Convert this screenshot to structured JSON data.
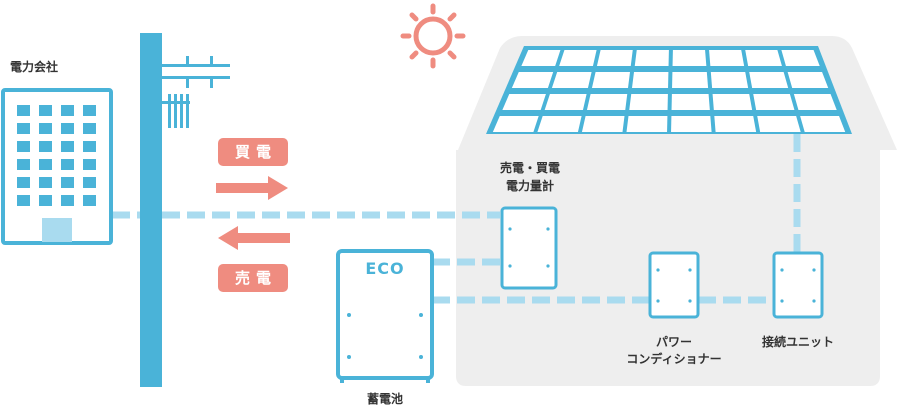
{
  "labels": {
    "company": "電力会社",
    "buy": "買電",
    "sell": "売電",
    "meter_line1": "売電・買電",
    "meter_line2": "電力量計",
    "battery": "蓄電池",
    "battery_brand": "ECO",
    "conditioner_line1": "パワー",
    "conditioner_line2": "コンディショナー",
    "connection_unit": "接続ユニット"
  },
  "colors": {
    "blue": "#4ab3d8",
    "dash_blue": "#a9dbef",
    "salmon": "#ef8c80",
    "house_bg": "#eeeeee"
  },
  "icons": {
    "sun": "sun-icon",
    "arrow_right": "arrow-right-icon",
    "arrow_left": "arrow-left-icon"
  }
}
